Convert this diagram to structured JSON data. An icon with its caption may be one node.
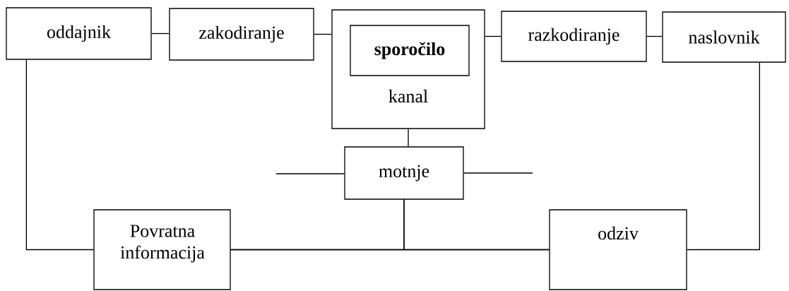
{
  "diagram": {
    "nodes": [
      {
        "text": [
          "oddajnik"
        ]
      },
      {
        "text": [
          "zakodiranje"
        ]
      },
      {
        "text": [
          "kanal"
        ]
      },
      {
        "text": [
          "sporočilo"
        ],
        "in": 2
      },
      {
        "text": [
          "razkodiranje"
        ]
      },
      {
        "text": [
          "naslovnik"
        ]
      },
      {
        "text": [
          "motnje"
        ]
      },
      {
        "text": [
          "Povratna informacija"
        ]
      },
      {
        "text": [
          "odziv"
        ]
      }
    ],
    "edges": [
      {
        "from": 0,
        "to": 1,
        "arrow": "none"
      },
      {
        "from": 1,
        "to": 2,
        "arrow": "none"
      },
      {
        "from": 2,
        "to": 4,
        "arrow": "none"
      },
      {
        "from": 4,
        "to": 5,
        "arrow": "none"
      },
      {
        "from": 2,
        "to": 6,
        "arrow": "none"
      },
      {
        "from": null,
        "to": 6,
        "arrow": "none"
      },
      {
        "from": 6,
        "to": null,
        "arrow": "none"
      },
      {
        "from": 0,
        "to": 7,
        "arrow": "none"
      },
      {
        "from": 7,
        "to": 8,
        "arrow": "none"
      },
      {
        "from": 6,
        "to": 7,
        "arrow": "none"
      },
      {
        "from": 6,
        "to": 8,
        "arrow": "none"
      },
      {
        "from": 5,
        "to": 8,
        "arrow": "none"
      }
    ]
  }
}
